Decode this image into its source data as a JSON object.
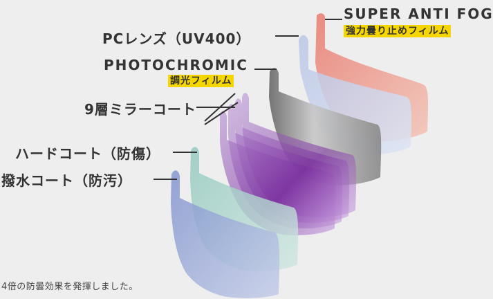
{
  "labels": {
    "super_anti_fog": "SUPER ANTI FOG",
    "super_anti_fog_sub": "強力曇り止めフィルム",
    "pc_lens": "PCレンズ（UV400）",
    "photochromic": "PHOTOCHROMIC",
    "photochromic_sub": "調光フィルム",
    "mirror_coat": "9層ミラーコート",
    "hard_coat": "ハードコート（防傷）",
    "water_repellent": "撥水コート（防汚）"
  },
  "caption": "4倍の防曇効果を発揮しました。",
  "colors": {
    "background": "#eeeeee",
    "anti_fog_layer": "#f0a898",
    "pc_lens_layer": "#c9d3ea",
    "photochromic_layer": "#8e8e8e",
    "mirror_layer": "#8a3fb0",
    "hard_coat_layer": "#b9dbd3",
    "water_repellent_layer": "#a9b4d8",
    "highlight": "#f6d600"
  }
}
